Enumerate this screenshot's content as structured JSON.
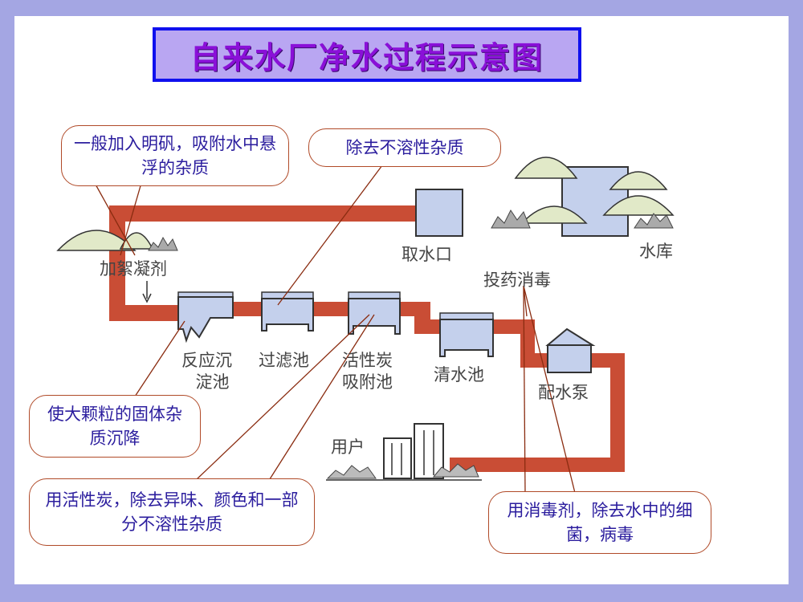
{
  "title": "自来水厂净水过程示意图",
  "labels": {
    "intake": "取水口",
    "reservoir": "水库",
    "coagulant": "加絮凝剂",
    "disinfect": "投药消毒",
    "sedimentation": "反应沉淀池",
    "sedimentation_l1": "反应沉",
    "sedimentation_l2": "淀池",
    "filter": "过滤池",
    "carbon_l1": "活性炭",
    "carbon_l2": "吸附池",
    "clear_pool": "清水池",
    "pump": "配水泵",
    "user": "用户"
  },
  "callouts": {
    "alum": "一般加入明矾，吸附水中悬浮的杂质",
    "insoluble": "除去不溶性杂质",
    "settle": "使大颗粒的固体杂质沉降",
    "carbon": "用活性炭，除去异味、颜色和一部分不溶性杂质",
    "disinfect": "用消毒剂，除去水中的细菌，病毒"
  },
  "colors": {
    "pipe": "#c94d35",
    "tank": "#c4d0ec",
    "callout_text": "#2b1d9e",
    "callout_border": "#b04a28",
    "title_text": "#8a10d8",
    "title_bg": "#b9a6f2"
  }
}
